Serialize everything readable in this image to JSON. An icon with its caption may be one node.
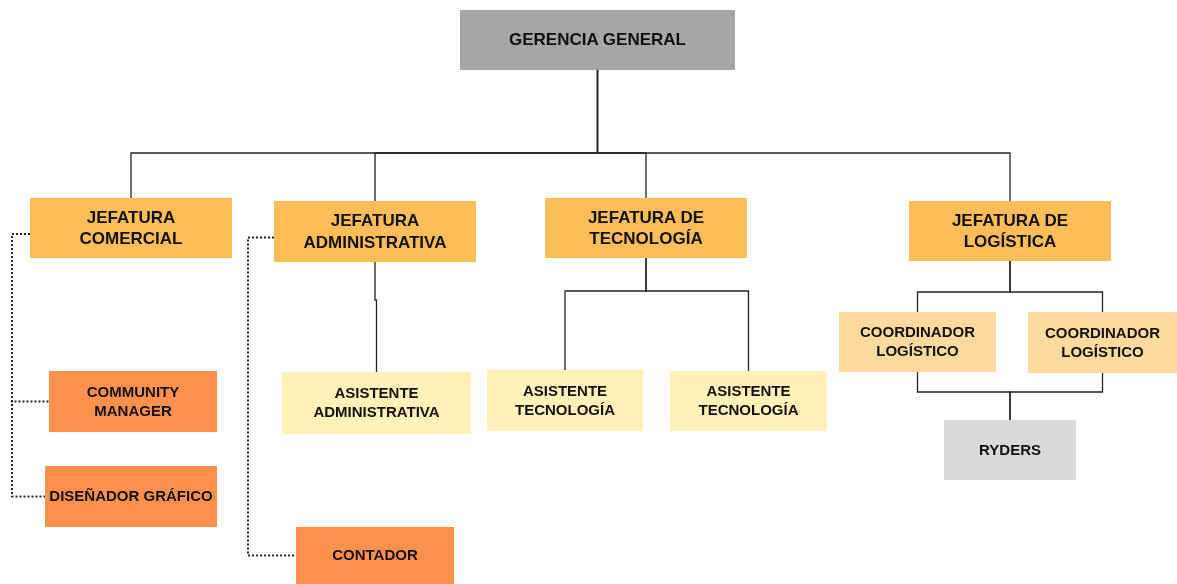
{
  "diagram": {
    "nodes": [
      {
        "text": [
          "GERENCIA GENERAL"
        ]
      },
      {
        "text": [
          "JEFATURA COMERCIAL"
        ]
      },
      {
        "text": [
          "JEFATURA ADMINISTRATIVA"
        ]
      },
      {
        "text": [
          "JEFATURA DE TECNOLOGÍA"
        ]
      },
      {
        "text": [
          "JEFATURA DE LOGÍSTICA"
        ]
      },
      {
        "text": [
          "COMMUNITY MANAGER"
        ]
      },
      {
        "text": [
          "DISEÑADOR GRÁFICO"
        ]
      },
      {
        "text": [
          "ASISTENTE ADMINISTRATIVA"
        ]
      },
      {
        "text": [
          "CONTADOR"
        ]
      },
      {
        "text": [
          "ASISTENTE TECNOLOGÍA"
        ]
      },
      {
        "text": [
          "ASISTENTE TECNOLOGÍA"
        ]
      },
      {
        "text": [
          "COORDINADOR LOGÍSTICO"
        ]
      },
      {
        "text": [
          "COORDINADOR LOGÍSTICO"
        ]
      },
      {
        "text": [
          "RYDERS"
        ]
      }
    ],
    "edges": [
      {
        "from": 0,
        "to": 1,
        "arrow": "none"
      },
      {
        "from": 0,
        "to": 2,
        "arrow": "none"
      },
      {
        "from": 0,
        "to": 3,
        "arrow": "none"
      },
      {
        "from": 0,
        "to": 4,
        "arrow": "none"
      },
      {
        "from": 1,
        "to": 5,
        "arrow": "none",
        "style": "dashed"
      },
      {
        "from": 1,
        "to": 6,
        "arrow": "none",
        "style": "dashed"
      },
      {
        "from": 2,
        "to": 7,
        "arrow": "none"
      },
      {
        "from": 2,
        "to": 8,
        "arrow": "none",
        "style": "dashed"
      },
      {
        "from": 3,
        "to": 9,
        "arrow": "none"
      },
      {
        "from": 3,
        "to": 10,
        "arrow": "none"
      },
      {
        "from": 4,
        "to": 11,
        "arrow": "none"
      },
      {
        "from": 4,
        "to": 12,
        "arrow": "none"
      },
      {
        "from": 11,
        "to": 13,
        "arrow": "none"
      },
      {
        "from": 12,
        "to": 13,
        "arrow": "none"
      }
    ]
  }
}
